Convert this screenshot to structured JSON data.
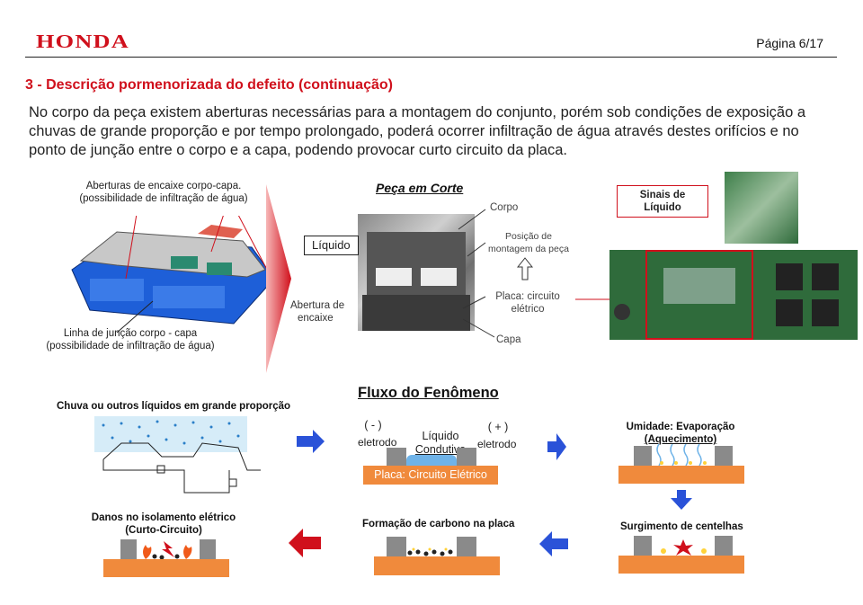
{
  "header": {
    "logo": "HONDA",
    "page": "Página 6/17"
  },
  "section_title": "3 - Descrição pormenorizada do defeito (continuação)",
  "paragraph": "No corpo da peça existem aberturas necessárias para a montagem do conjunto, porém sob condições de exposição a chuvas de grande proporção e por tempo prolongado, poderá ocorrer infiltração de água através destes orifícios e no ponto de junção entre o corpo e a capa, podendo provocar curto circuito da placa.",
  "figure_top": {
    "label_openings": "Aberturas de encaixe corpo-capa.",
    "label_openings_sub": "(possibilidade de infiltração de água)",
    "label_joint": "Linha de junção corpo - capa",
    "label_joint_sub": "(possibilidade de infiltração de água)",
    "cut_title": "Peça em Corte",
    "liquid": "Líquido",
    "opening": "Abertura de",
    "opening2": "encaixe",
    "body": "Corpo",
    "mount_pos": "Posição de",
    "mount_pos2": "montagem da peça",
    "board": "Placa: circuito",
    "board2": "elétrico",
    "cover": "Capa",
    "signs": "Sinais de",
    "signs2": "Líquido"
  },
  "flow": {
    "title": "Fluxo do Fenômeno",
    "rain": "Chuva ou outros líquidos em grande proporção",
    "neg": "( - )",
    "neg_label": "eletrodo",
    "pos": "( + )",
    "pos_label": "eletrodo",
    "liquid": "Líquido",
    "liquid2": "Condutivo",
    "board": "Placa: Circuito Elétrico",
    "humidity": "Umidade: Evaporação",
    "humidity2": "(Aquecimento)",
    "sparks": "Surgimento de centelhas",
    "carbon": "Formação de carbono na placa",
    "damage": "Danos no isolamento elétrico",
    "damage2": "(Curto-Circuito)"
  },
  "colors": {
    "brand_red": "#d0101c",
    "arrow_blue": "#2a52d8",
    "arrow_red": "#d0101c",
    "board_orange": "#f08a3c",
    "electrode_gray": "#8a8a8a",
    "liquid_blue": "#6fb3e8"
  }
}
